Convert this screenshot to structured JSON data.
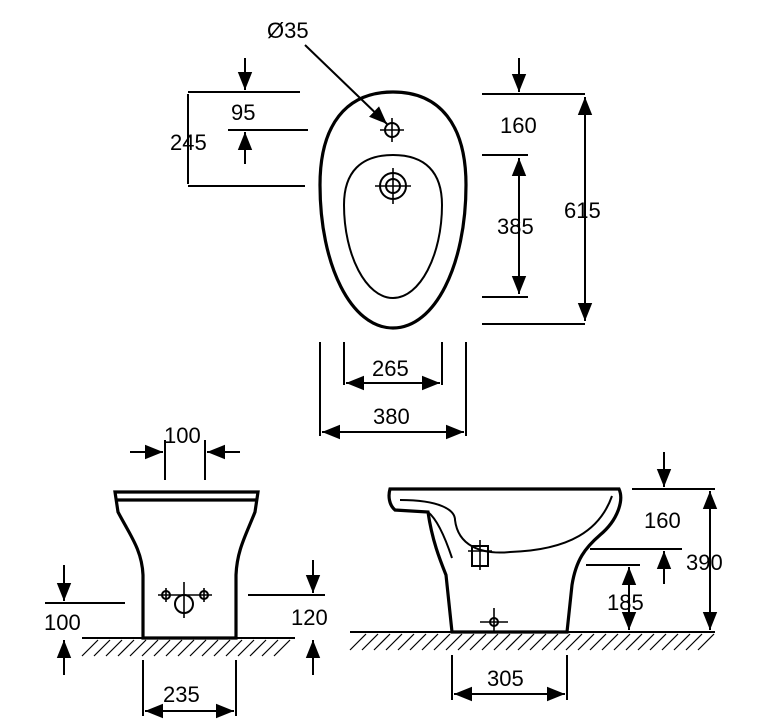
{
  "top_view": {
    "hole_diameter": "Ø35",
    "dim_95": "95",
    "dim_245": "245",
    "dim_160": "160",
    "dim_385": "385",
    "dim_615": "615",
    "dim_265": "265",
    "dim_380": "380"
  },
  "front_view": {
    "dim_100_top": "100",
    "dim_100_left": "100",
    "dim_120": "120",
    "dim_235": "235"
  },
  "side_view": {
    "dim_160": "160",
    "dim_390": "390",
    "dim_185": "185",
    "dim_305": "305"
  }
}
